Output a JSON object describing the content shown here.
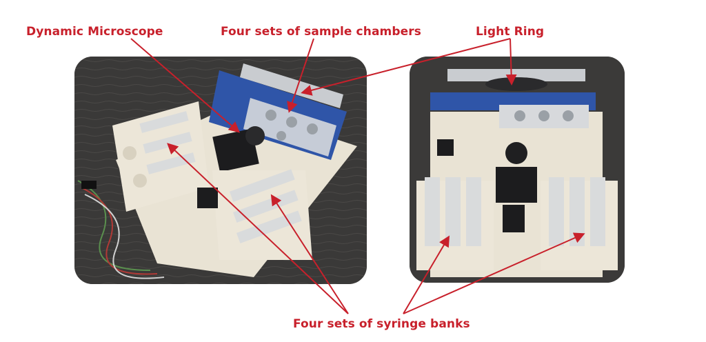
{
  "labels": {
    "dynamic_microscope": "Dynamic Microscope",
    "sample_chambers": "Four sets of sample chambers",
    "light_ring": "Light Ring",
    "syringe_banks": "Four sets of syringe banks"
  },
  "colors": {
    "annotation_red": "#c8202b",
    "desk_dark": "#3b3a39",
    "plastic_white": "#ece6d8",
    "bracket_blue": "#2f55a8",
    "aluminum": "#c9ccd0",
    "motor_black": "#1c1c1e"
  },
  "photos": {
    "left": "perspective view of syringe pump rig on desk",
    "right": "top view of syringe pump rig"
  }
}
